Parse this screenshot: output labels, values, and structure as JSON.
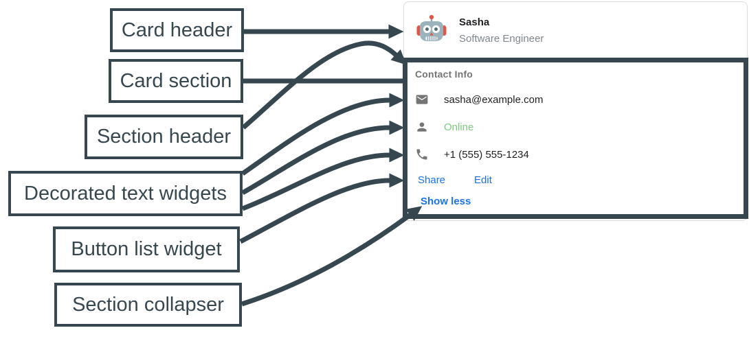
{
  "diagram": {
    "labels": [
      {
        "text": "Card header"
      },
      {
        "text": "Card section"
      },
      {
        "text": "Section header"
      },
      {
        "text": "Decorated text widgets"
      },
      {
        "text": "Button list widget"
      },
      {
        "text": "Section collapser"
      }
    ]
  },
  "card": {
    "header": {
      "title": "Sasha",
      "subtitle": "Software Engineer",
      "avatar": "robot-avatar-icon"
    },
    "section": {
      "title": "Contact Info",
      "rows": [
        {
          "icon": "email-icon",
          "text": "sasha@example.com"
        },
        {
          "icon": "person-icon",
          "text": "Online",
          "status": "online"
        },
        {
          "icon": "phone-icon",
          "text": "+1 (555) 555-1234"
        }
      ],
      "buttons": [
        {
          "label": "Share"
        },
        {
          "label": "Edit"
        }
      ],
      "collapser": {
        "label": "Show less"
      }
    }
  },
  "colors": {
    "annotation": "#37474f",
    "card_border": "#dadce0",
    "title_text": "#202124",
    "subtitle_text": "#80868b",
    "section_title": "#757575",
    "row_text": "#212121",
    "online_green": "#7ccc7f",
    "link_blue": "#1a73e8",
    "icon_gray": "#757575"
  }
}
